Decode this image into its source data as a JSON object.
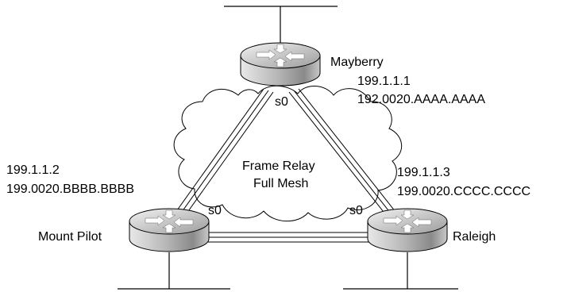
{
  "diagram": {
    "cloud": {
      "line1": "Frame Relay",
      "line2": "Full Mesh"
    },
    "routers": {
      "mayberry": {
        "name": "Mayberry",
        "ip": "199.1.1.1",
        "dlci": "192.0020.AAAA.AAAA",
        "interface": "s0"
      },
      "mount_pilot": {
        "name": "Mount Pilot",
        "ip": "199.1.1.2",
        "dlci": "199.0020.BBBB.BBBB",
        "interface": "s0"
      },
      "raleigh": {
        "name": "Raleigh",
        "ip": "199.1.1.3",
        "dlci": "199.0020.CCCC.CCCC",
        "interface": "s0"
      }
    }
  }
}
